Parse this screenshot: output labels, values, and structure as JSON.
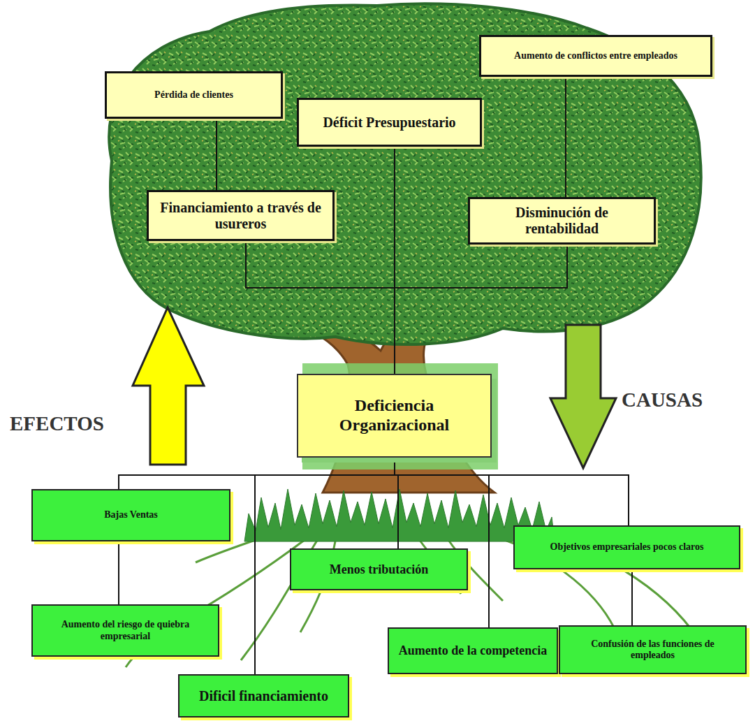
{
  "diagram": {
    "nodes": [
      {
        "text": [
          "Pérdida de clientes"
        ]
      },
      {
        "text": [
          "Aumento de conflictos entre empleados"
        ]
      },
      {
        "text": [
          "Déficit Presupuestario"
        ]
      },
      {
        "text": [
          "Financiamiento a través de usureros"
        ]
      },
      {
        "text": [
          "Disminución de rentabilidad"
        ]
      },
      {
        "text": [
          "Deficiencia Organizacional"
        ]
      },
      {
        "text": [
          "Bajas Ventas"
        ]
      },
      {
        "text": [
          "Objetivos empresariales pocos claros"
        ]
      },
      {
        "text": [
          "Menos tributación"
        ]
      },
      {
        "text": [
          "Aumento del riesgo de quiebra empresarial"
        ]
      },
      {
        "text": [
          "Aumento de la competencia"
        ]
      },
      {
        "text": [
          "Confusión de las funciones de empleados"
        ]
      },
      {
        "text": [
          "Dificil financiamiento"
        ]
      }
    ],
    "edges": [
      {
        "from": 0,
        "to": 3,
        "arrow": "none"
      },
      {
        "from": 1,
        "to": 4,
        "arrow": "none"
      },
      {
        "from": 2,
        "to": 5,
        "arrow": "none"
      },
      {
        "from": 3,
        "to": 5,
        "arrow": "none"
      },
      {
        "from": 4,
        "to": 5,
        "arrow": "none"
      },
      {
        "from": 5,
        "to": 6,
        "arrow": "none"
      },
      {
        "from": 5,
        "to": 12,
        "arrow": "none"
      },
      {
        "from": 5,
        "to": 8,
        "arrow": "none"
      },
      {
        "from": 5,
        "to": 10,
        "arrow": "none"
      },
      {
        "from": 5,
        "to": 7,
        "arrow": "none"
      },
      {
        "from": 6,
        "to": 9,
        "arrow": "none"
      },
      {
        "from": 7,
        "to": 11,
        "arrow": "none"
      }
    ],
    "labels": [
      "EFECTOS",
      "CAUSAS"
    ]
  }
}
